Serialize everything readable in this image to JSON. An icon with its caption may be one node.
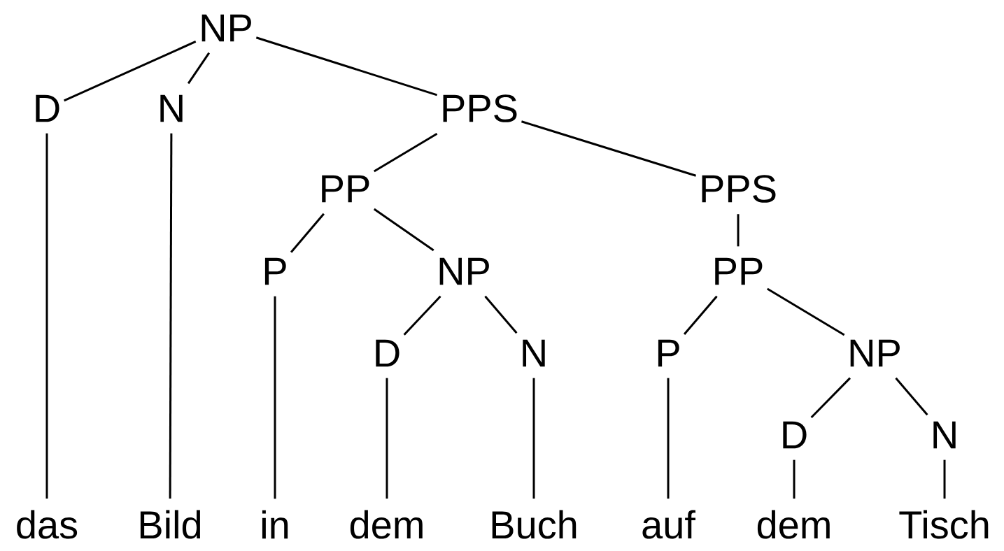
{
  "diagram": {
    "nodes": [
      {
        "text": [
          "NP"
        ]
      },
      {
        "text": [
          "D"
        ]
      },
      {
        "text": [
          "N"
        ]
      },
      {
        "text": [
          "PPS"
        ]
      },
      {
        "text": [
          "PP"
        ]
      },
      {
        "text": [
          "PPS"
        ]
      },
      {
        "text": [
          "P"
        ]
      },
      {
        "text": [
          "NP"
        ]
      },
      {
        "text": [
          "PP"
        ]
      },
      {
        "text": [
          "D"
        ]
      },
      {
        "text": [
          "N"
        ]
      },
      {
        "text": [
          "P"
        ]
      },
      {
        "text": [
          "NP"
        ]
      },
      {
        "text": [
          "D"
        ]
      },
      {
        "text": [
          "N"
        ]
      },
      {
        "text": [
          "das"
        ]
      },
      {
        "text": [
          "Bild"
        ]
      },
      {
        "text": [
          "in"
        ]
      },
      {
        "text": [
          "dem"
        ]
      },
      {
        "text": [
          "Buch"
        ]
      },
      {
        "text": [
          "auf"
        ]
      },
      {
        "text": [
          "dem"
        ]
      },
      {
        "text": [
          "Tisch"
        ]
      }
    ],
    "edges": [
      {
        "from": 0,
        "to": 1,
        "arrow": "none"
      },
      {
        "from": 0,
        "to": 2,
        "arrow": "none"
      },
      {
        "from": 0,
        "to": 3,
        "arrow": "none"
      },
      {
        "from": 3,
        "to": 4,
        "arrow": "none"
      },
      {
        "from": 3,
        "to": 5,
        "arrow": "none"
      },
      {
        "from": 4,
        "to": 6,
        "arrow": "none"
      },
      {
        "from": 4,
        "to": 7,
        "arrow": "none"
      },
      {
        "from": 5,
        "to": 8,
        "arrow": "none"
      },
      {
        "from": 7,
        "to": 9,
        "arrow": "none"
      },
      {
        "from": 7,
        "to": 10,
        "arrow": "none"
      },
      {
        "from": 8,
        "to": 11,
        "arrow": "none"
      },
      {
        "from": 8,
        "to": 12,
        "arrow": "none"
      },
      {
        "from": 12,
        "to": 13,
        "arrow": "none"
      },
      {
        "from": 12,
        "to": 14,
        "arrow": "none"
      },
      {
        "from": 1,
        "to": 15,
        "arrow": "none"
      },
      {
        "from": 2,
        "to": 16,
        "arrow": "none"
      },
      {
        "from": 6,
        "to": 17,
        "arrow": "none"
      },
      {
        "from": 9,
        "to": 18,
        "arrow": "none"
      },
      {
        "from": 10,
        "to": 19,
        "arrow": "none"
      },
      {
        "from": 11,
        "to": 20,
        "arrow": "none"
      },
      {
        "from": 13,
        "to": 21,
        "arrow": "none"
      },
      {
        "from": 14,
        "to": 22,
        "arrow": "none"
      }
    ]
  }
}
